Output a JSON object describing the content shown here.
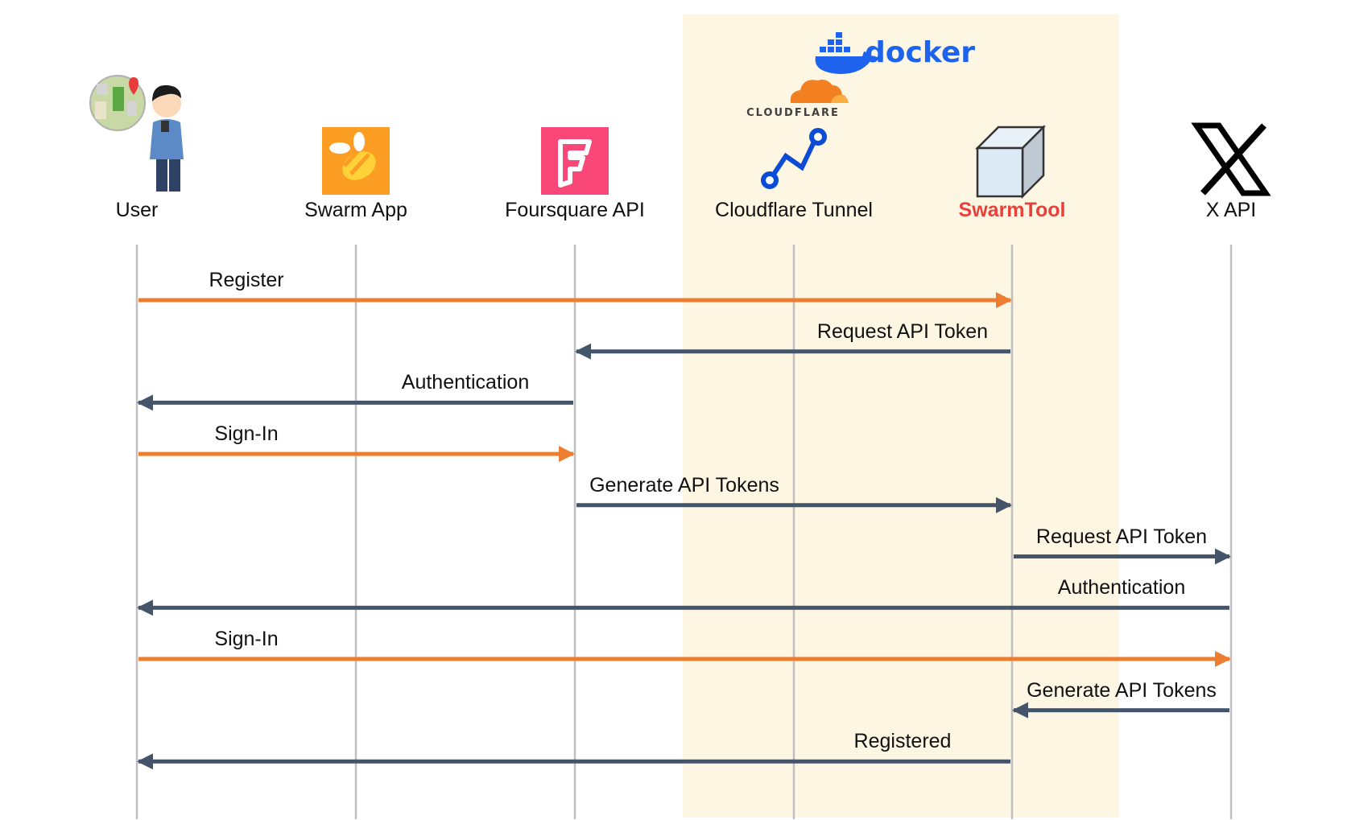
{
  "participants": [
    {
      "id": "user",
      "label": "User",
      "icon": "user-with-map-icon"
    },
    {
      "id": "swarm",
      "label": "Swarm App",
      "icon": "swarm-bee-icon"
    },
    {
      "id": "foursquare",
      "label": "Foursquare API",
      "icon": "foursquare-logo-icon"
    },
    {
      "id": "cloudflare",
      "label": "Cloudflare Tunnel",
      "icon": "tunnel-path-icon"
    },
    {
      "id": "swarmtool",
      "label": "SwarmTool",
      "icon": "cube-icon",
      "accent": true
    },
    {
      "id": "xapi",
      "label": "X API",
      "icon": "x-logo-icon"
    }
  ],
  "container_brands": {
    "docker": "docker",
    "cloudflare": "CLOUDFLARE"
  },
  "messages": [
    {
      "label": "Register",
      "from": "user",
      "to": "swarmtool",
      "kind": "user"
    },
    {
      "label": "Request API Token",
      "from": "swarmtool",
      "to": "foursquare",
      "kind": "system"
    },
    {
      "label": "Authentication",
      "from": "foursquare",
      "to": "user",
      "kind": "system"
    },
    {
      "label": "Sign-In",
      "from": "user",
      "to": "foursquare",
      "kind": "user"
    },
    {
      "label": "Generate API Tokens",
      "from": "foursquare",
      "to": "swarmtool",
      "kind": "system"
    },
    {
      "label": "Request API Token",
      "from": "swarmtool",
      "to": "xapi",
      "kind": "system"
    },
    {
      "label": "Authentication",
      "from": "xapi",
      "to": "user",
      "kind": "system"
    },
    {
      "label": "Sign-In",
      "from": "user",
      "to": "xapi",
      "kind": "user"
    },
    {
      "label": "Generate API Tokens",
      "from": "xapi",
      "to": "swarmtool",
      "kind": "system"
    },
    {
      "label": "Registered",
      "from": "swarmtool",
      "to": "user",
      "kind": "system"
    }
  ],
  "colors": {
    "user_message": "#ed7d31",
    "system_message": "#44546a",
    "lifeline": "#bfbfbf",
    "highlight_zone": "#fdf6e3",
    "accent_label": "#e8403a",
    "docker_blue": "#1d63ed",
    "cloudflare_orange": "#f38020",
    "foursquare_pink": "#f94877",
    "swarm_orange": "#fc9d24",
    "tunnel_blue": "#0b4bd6"
  }
}
